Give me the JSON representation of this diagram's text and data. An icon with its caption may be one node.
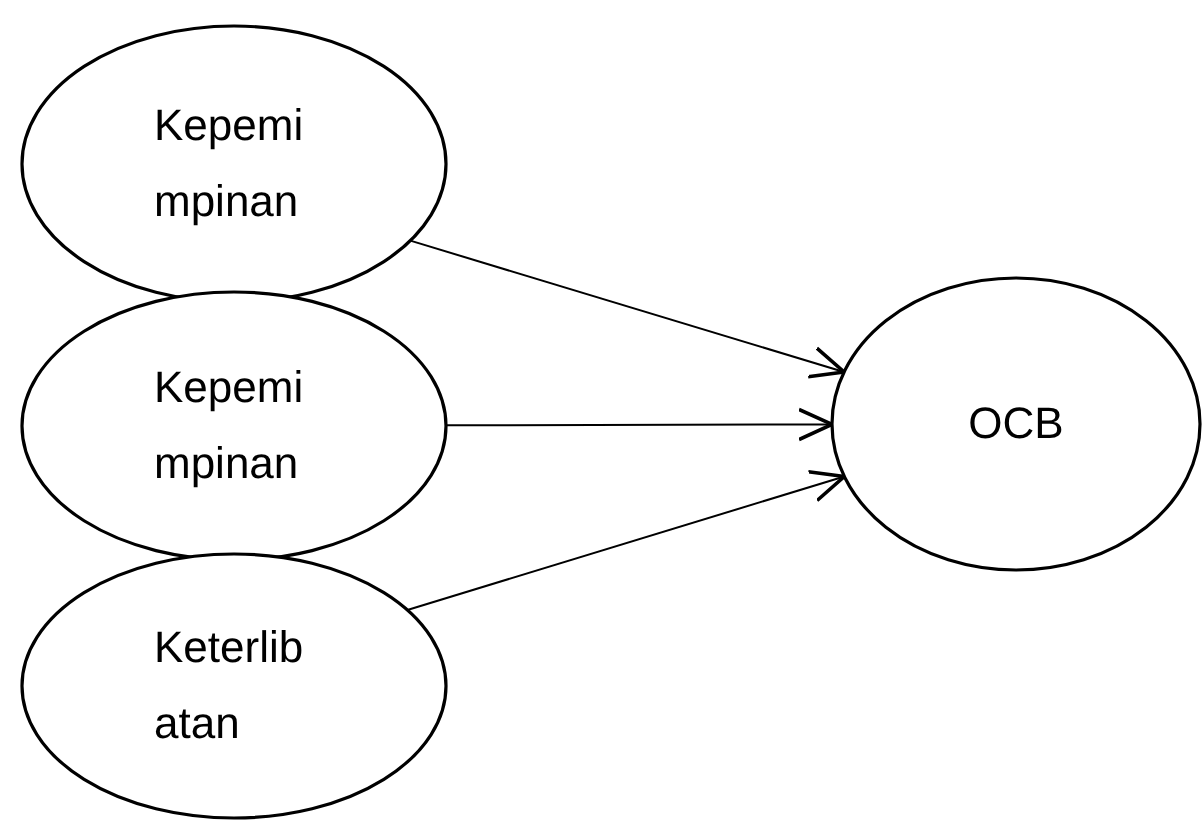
{
  "diagram": {
    "nodes": [
      {
        "text": [
          "Kepemimpinan"
        ]
      },
      {
        "text": [
          "Kepemimpinan"
        ]
      },
      {
        "text": [
          "Keterlibatan"
        ]
      },
      {
        "text": [
          "OCB"
        ]
      }
    ],
    "edges": [
      {
        "from": 0,
        "to": 3,
        "arrow": "to"
      },
      {
        "from": 1,
        "to": 3,
        "arrow": "to"
      },
      {
        "from": 2,
        "to": 3,
        "arrow": "to"
      }
    ]
  }
}
